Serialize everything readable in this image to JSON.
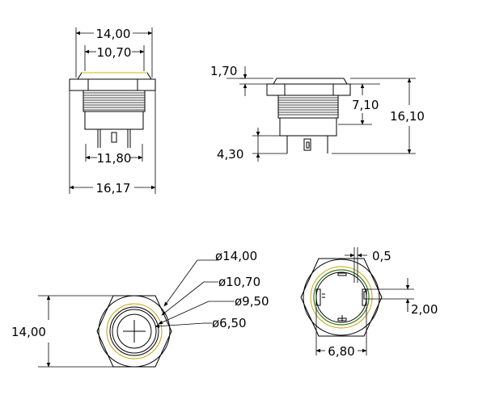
{
  "colors": {
    "line": "#000000",
    "accent": "#c4a000",
    "accent_green": "#3a7a20",
    "background": "#ffffff"
  },
  "front_view": {
    "dims": {
      "top_width": "14,00",
      "second_width": "10,70",
      "pin_span": "11,80",
      "overall_width": "16,17"
    }
  },
  "side_view": {
    "dims": {
      "flange_height": "1,70",
      "thread_height": "7,10",
      "total_height": "16,10",
      "pin_length": "4,30"
    }
  },
  "top_view": {
    "dims": {
      "hex_flats": "14,00",
      "d1": "ø14,00",
      "d2": "ø10,70",
      "d3": "ø9,50",
      "d4": "ø6,50"
    }
  },
  "bottom_view": {
    "dims": {
      "offset": "0,5",
      "pin_height": "2,00",
      "pin_spacing": "6,80"
    }
  }
}
